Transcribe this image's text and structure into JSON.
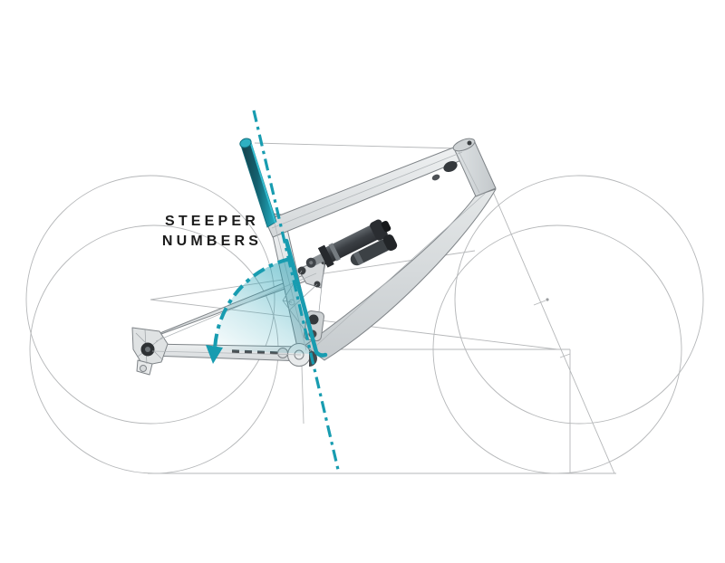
{
  "title": "Mountain bike frame geometry diagram",
  "label": {
    "line1": "STEEPER",
    "line2": "NUMBERS"
  },
  "colors": {
    "teal": "#189cb0",
    "cons": "#b5b7b9",
    "frame_fill": "#e6e8e9",
    "frame_outline": "#7f8488",
    "shock_dark": "#3c4044",
    "text": "#1b1b1b",
    "bg": "#ffffff"
  },
  "diagram": {
    "type": "geometry-diagram",
    "subject": "full-suspension mountain bike frame, side view",
    "annotation": "STEEPER NUMBERS",
    "highlight": "effective seat tube angle sector with rotation arrow",
    "elements": [
      "rear-wheel-circle-ground",
      "rear-wheel-circle-offset",
      "front-wheel-circle-ground",
      "front-wheel-circle-offset",
      "ground-line",
      "axle-height-line",
      "front-axle-vertical-line",
      "steering-axis-line",
      "effective-top-tube-line",
      "axle-path-lines",
      "seat-tube-axis-dash-line",
      "rotation-arc-arrow",
      "teal-seatpost",
      "bike-frame",
      "rear-shock"
    ]
  }
}
